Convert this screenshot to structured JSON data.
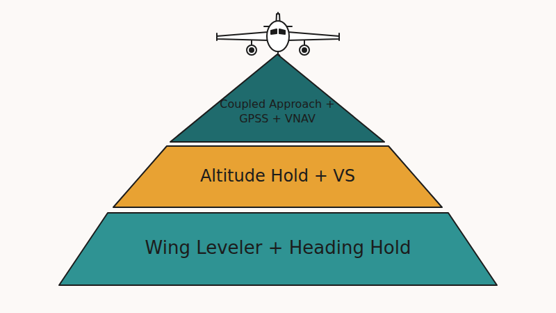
{
  "diagram": {
    "nodes": [
      {
        "text": [
          "Coupled Approach + GPSS + VNAV"
        ]
      },
      {
        "text": [
          "Altitude Hold + VS"
        ]
      },
      {
        "text": [
          "Wing Leveler + Heading Hold"
        ]
      }
    ]
  }
}
